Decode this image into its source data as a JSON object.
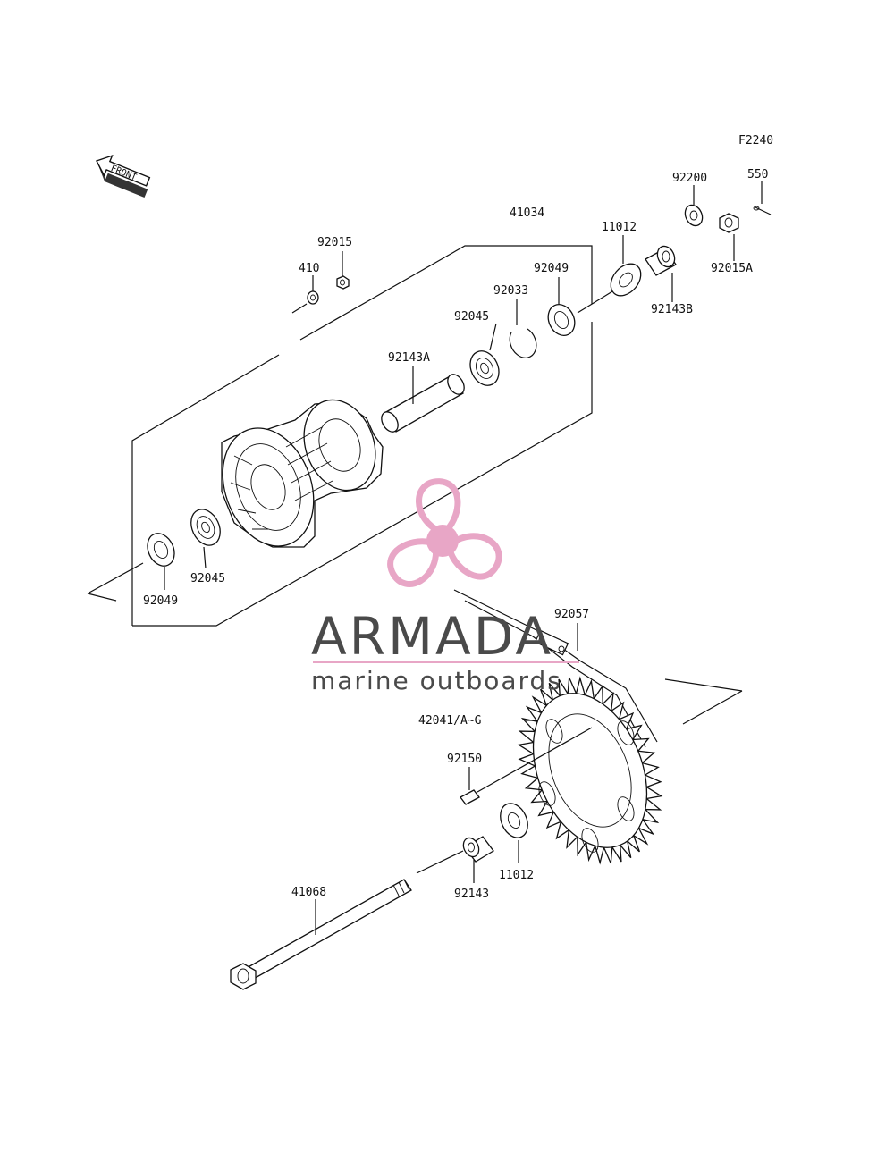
{
  "figure_code": "F2240",
  "front_arrow": {
    "label": "FRONT",
    "icon": "front-direction-arrow-icon"
  },
  "labels": {
    "p41034": "41034",
    "p92015": "92015",
    "p410": "410",
    "p92049_top": "92049",
    "p92033": "92033",
    "p92045_top": "92045",
    "p11012_top": "11012",
    "p92200": "92200",
    "p550": "550",
    "p92015A": "92015A",
    "p92143B": "92143B",
    "p92143A": "92143A",
    "p92045_bottom": "92045",
    "p92049_bottom": "92049",
    "p92057": "92057",
    "p42041": "42041/A~G",
    "p92150": "92150",
    "p11012_bottom": "11012",
    "p92143": "92143",
    "p41068": "41068"
  },
  "watermark": {
    "brand": "ARMADA",
    "tagline": "marine outboards",
    "logo_icon": "propeller-logo-icon",
    "logo_color": "#e8a6c6",
    "rule_color": "#e8a6c6"
  }
}
